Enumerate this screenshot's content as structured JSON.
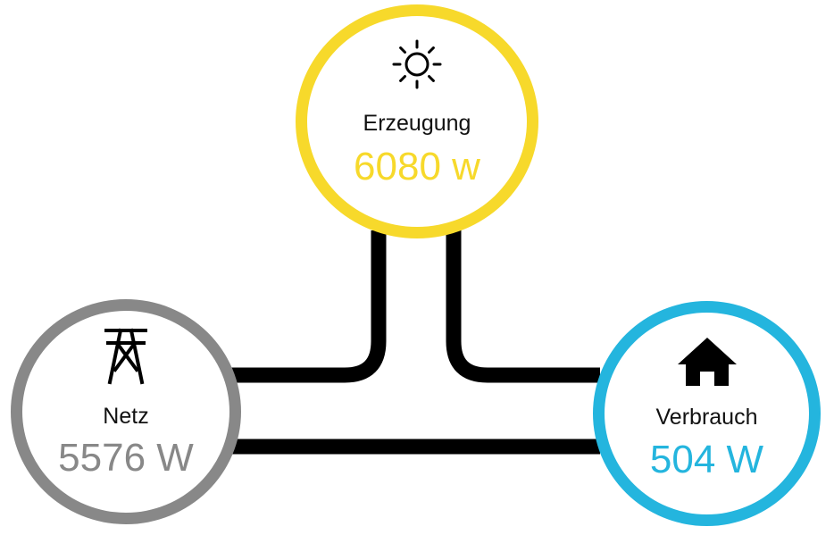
{
  "colors": {
    "solar": "#f7d92b",
    "grid": "#888888",
    "home": "#24b5de",
    "line": "#000000"
  },
  "nodes": {
    "solar": {
      "label": "Erzeugung",
      "value": "6080 w",
      "icon": "sun-icon"
    },
    "grid": {
      "label": "Netz",
      "value": "5576 W",
      "icon": "power-pylon-icon"
    },
    "home": {
      "label": "Verbrauch",
      "value": "504 W",
      "icon": "house-icon"
    }
  },
  "connections": [
    {
      "from": "solar",
      "to": "grid"
    },
    {
      "from": "solar",
      "to": "home"
    },
    {
      "from": "grid",
      "to": "home"
    }
  ]
}
